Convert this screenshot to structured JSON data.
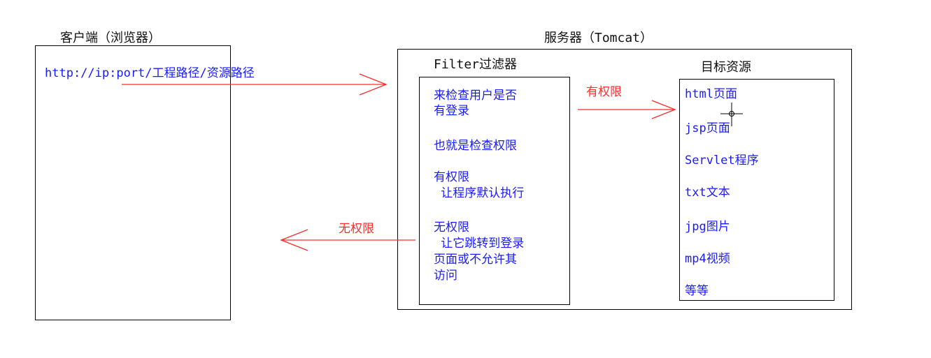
{
  "client": {
    "title": "客户端（浏览器）",
    "url": "http://ip:port/工程路径/资源路径"
  },
  "server": {
    "title": "服务器（Tomcat）",
    "filter": {
      "title": "Filter过滤器",
      "lines": [
        "来检查用户是否",
        "有登录",
        "也就是检查权限",
        "有权限",
        " 让程序默认执行",
        "无权限",
        " 让它跳转到登录",
        "页面或不允许其",
        "访问"
      ]
    },
    "target": {
      "title": "目标资源",
      "items": [
        "html页面",
        "jsp页面",
        "Servlet程序",
        "txt文本",
        "jpg图片",
        "mp4视频",
        "等等"
      ]
    }
  },
  "arrows": {
    "allowed_label": "有权限",
    "denied_label": "无权限"
  },
  "colors": {
    "text_blue": "#1a1aff",
    "arrow_red": "#ff2a2a",
    "border": "#000000"
  }
}
